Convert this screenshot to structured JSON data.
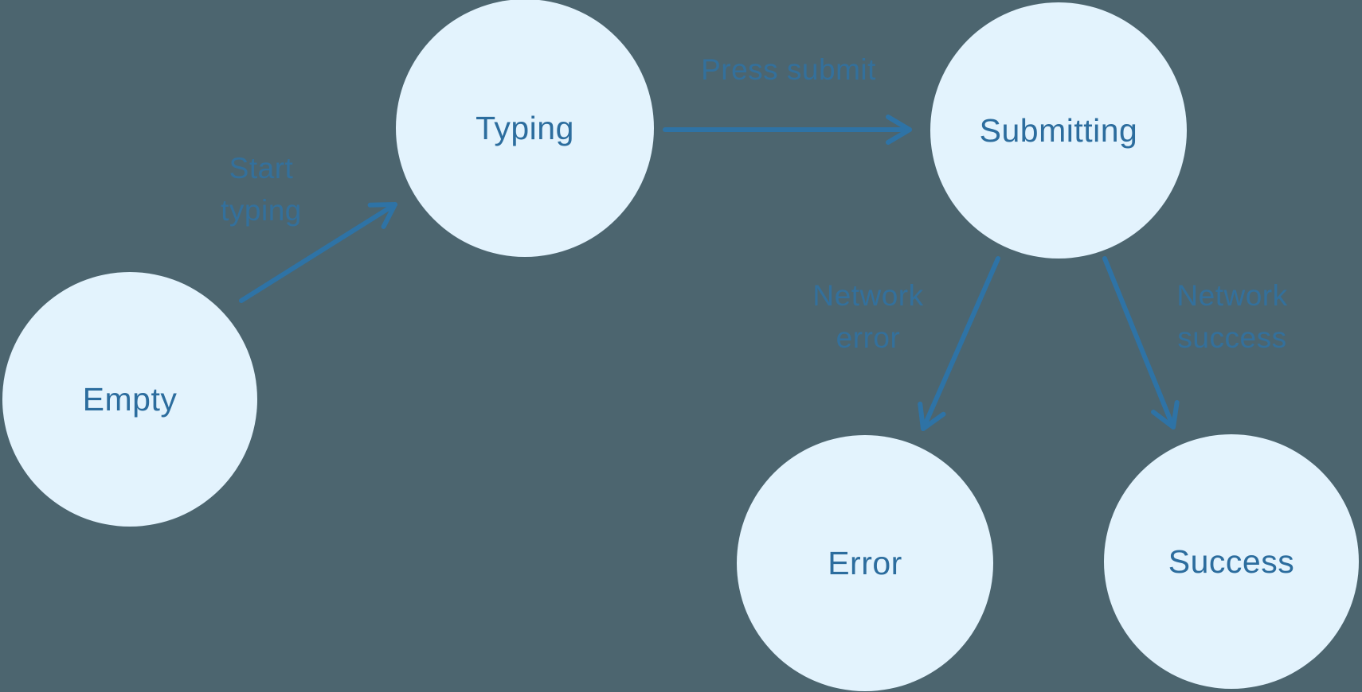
{
  "diagram": {
    "kind": "form-submission-state-machine",
    "colors": {
      "background": "#4c656f",
      "node_fill": "#e3f3fd",
      "node_text": "#2c6d9e",
      "edge_stroke": "#2e73a6",
      "edge_label_text": "#2e73a6"
    },
    "nodes": [
      {
        "id": "empty",
        "label": "Empty"
      },
      {
        "id": "typing",
        "label": "Typing"
      },
      {
        "id": "submitting",
        "label": "Submitting"
      },
      {
        "id": "error",
        "label": "Error"
      },
      {
        "id": "success",
        "label": "Success"
      }
    ],
    "edges": [
      {
        "from": "empty",
        "to": "typing",
        "label": "Start typing",
        "label_line1": "Start",
        "label_line2": "typing"
      },
      {
        "from": "typing",
        "to": "submitting",
        "label": "Press submit",
        "label_line1": "Press submit",
        "label_line2": ""
      },
      {
        "from": "submitting",
        "to": "error",
        "label": "Network error",
        "label_line1": "Network",
        "label_line2": "error"
      },
      {
        "from": "submitting",
        "to": "success",
        "label": "Network success",
        "label_line1": "Network",
        "label_line2": "success"
      }
    ]
  }
}
